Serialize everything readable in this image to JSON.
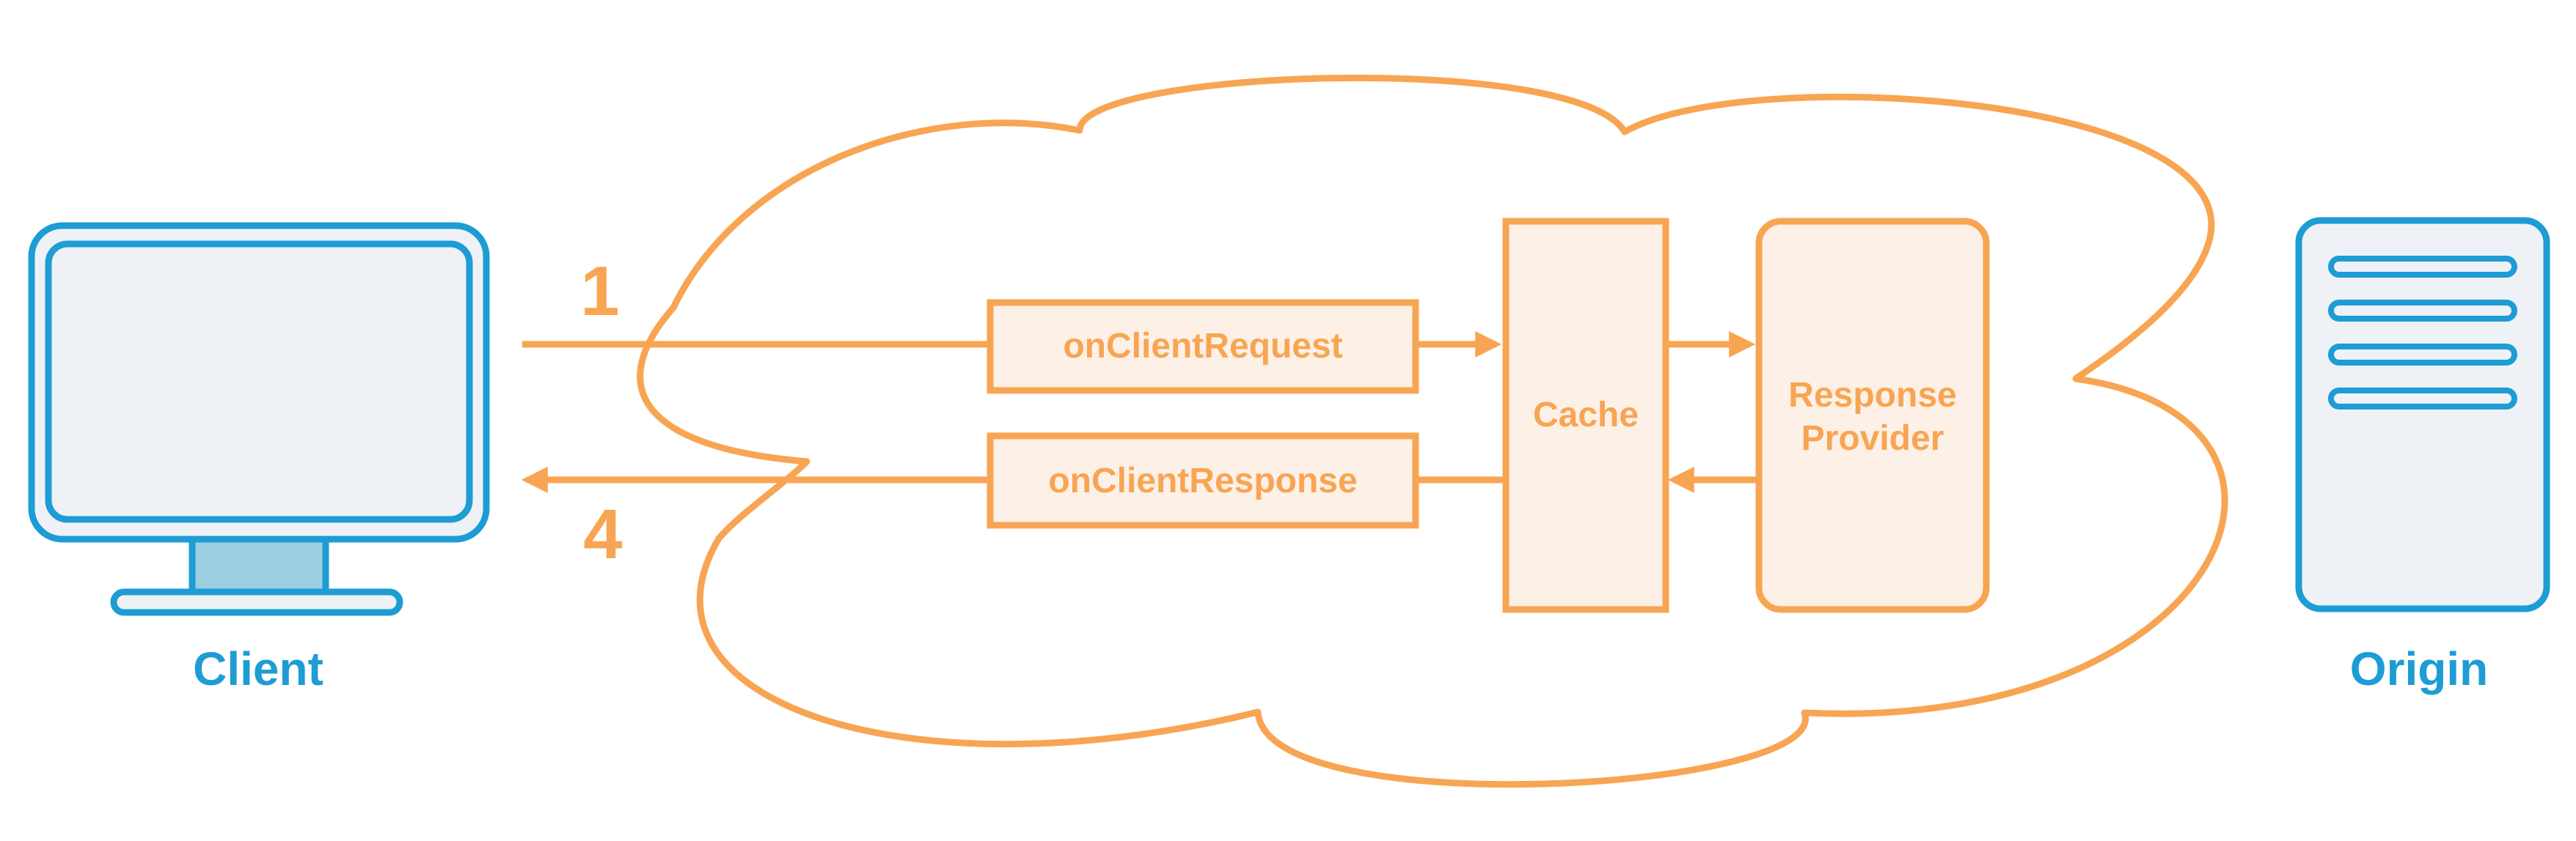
{
  "colors": {
    "orange": "#F8A553",
    "orange_fill": "#FDF0E6",
    "blue": "#1E9CD4",
    "blue_light": "#EEF2F7",
    "blue_stand": "#9ACFE2",
    "background": "#FFFFFF"
  },
  "steps": {
    "request_number": "1",
    "response_number": "4"
  },
  "nodes": {
    "client_label": "Client",
    "origin_label": "Origin",
    "on_client_request": "onClientRequest",
    "on_client_response": "onClientResponse",
    "cache": "Cache",
    "response_provider_line1": "Response",
    "response_provider_line2": "Provider"
  },
  "icons": {
    "client": "monitor-icon",
    "origin": "server-icon",
    "edge": "cloud-icon"
  }
}
